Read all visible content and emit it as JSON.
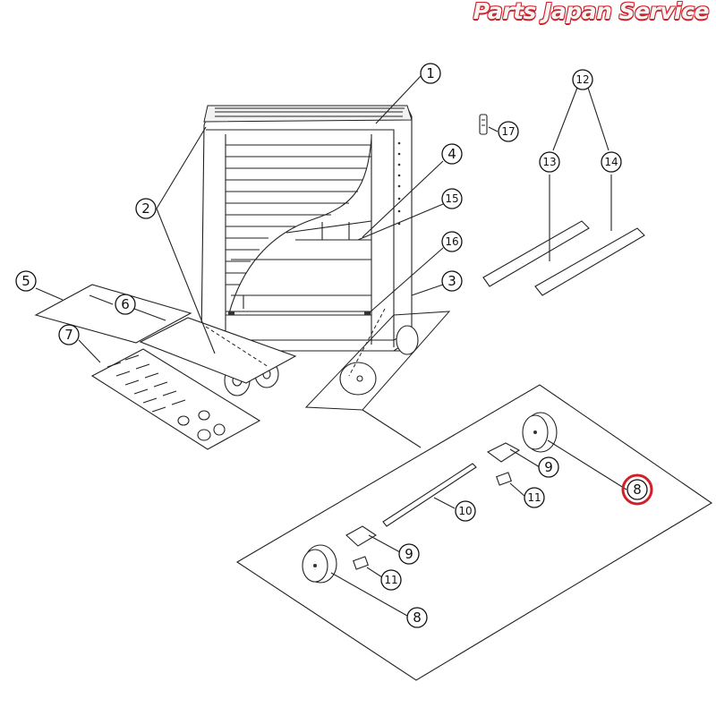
{
  "brand": {
    "logo_text": "Parts Japan Service",
    "accent": "#d0202a"
  },
  "callouts": {
    "c1": "1",
    "c2": "2",
    "c3": "3",
    "c4": "4",
    "c5": "5",
    "c6": "6",
    "c7": "7",
    "c8a": "8",
    "c8b": "8",
    "c9a": "9",
    "c9b": "9",
    "c10": "10",
    "c11a": "11",
    "c11b": "11",
    "c12": "12",
    "c13": "13",
    "c14": "14",
    "c15": "15",
    "c16": "16",
    "c17": "17"
  },
  "highlighted_callout": "8"
}
